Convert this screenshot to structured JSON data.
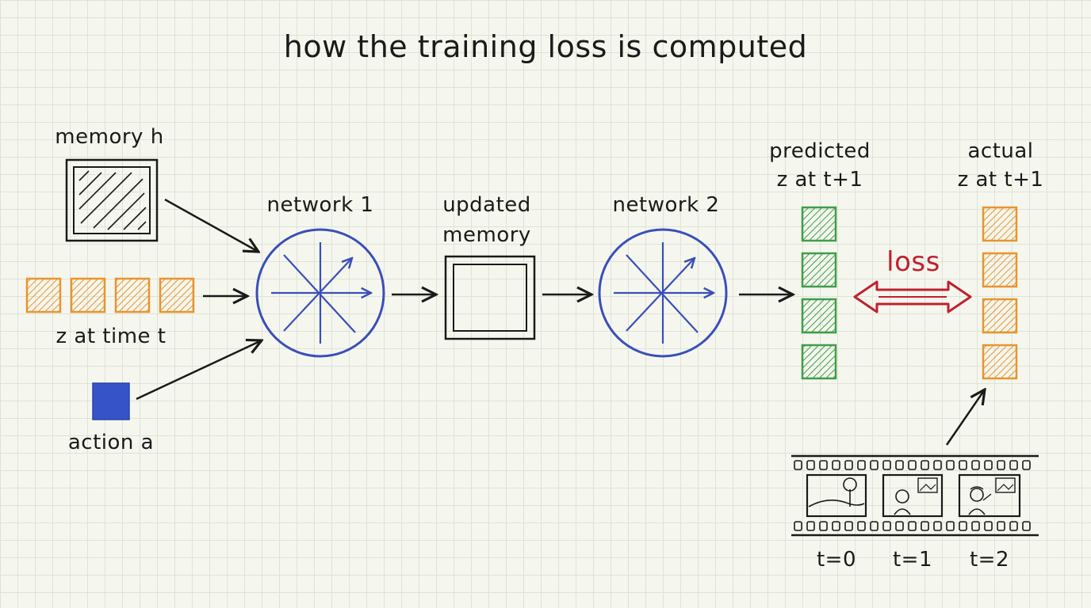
{
  "title": "how the training loss is computed",
  "labels": {
    "memory": "memory h",
    "z_time_t": "z at time t",
    "action": "action a",
    "network1": "network 1",
    "updated_memory_line1": "updated",
    "updated_memory_line2": "memory",
    "network2": "network 2",
    "predicted_line1": "predicted",
    "predicted_line2": "z at t+1",
    "actual_line1": "actual",
    "actual_line2": "z at t+1",
    "loss": "loss"
  },
  "filmstrip": {
    "frames": [
      "t=0",
      "t=1",
      "t=2"
    ]
  },
  "colors": {
    "network": "#3a4fb8",
    "z_input": "#e8952f",
    "action": "#3653c7",
    "predicted": "#3f9e4a",
    "actual": "#e8952f",
    "loss": "#c0202e",
    "ink": "#1a1a1a"
  }
}
